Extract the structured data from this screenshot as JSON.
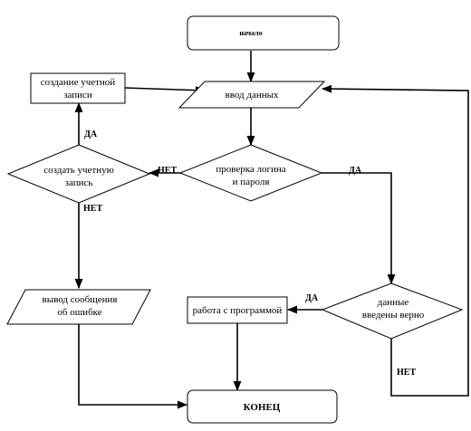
{
  "nodes": {
    "start": "начало",
    "input": "ввод данных",
    "check": [
      "проверка логина",
      "и пароля"
    ],
    "create_q": [
      "создать учетную",
      "запись"
    ],
    "create": [
      "создание учетной",
      "записи"
    ],
    "error": [
      "вывод сообщения",
      "об ошибке"
    ],
    "correct_q": [
      "данные",
      "введены верно"
    ],
    "work": "работа с программой",
    "end": "КОНЕЦ"
  },
  "labels": {
    "yes_create": "ДА",
    "no_check": "НЕТ",
    "yes_check": "ДА",
    "no_create": "НЕТ",
    "yes_correct": "ДА",
    "no_correct": "НЕТ"
  }
}
